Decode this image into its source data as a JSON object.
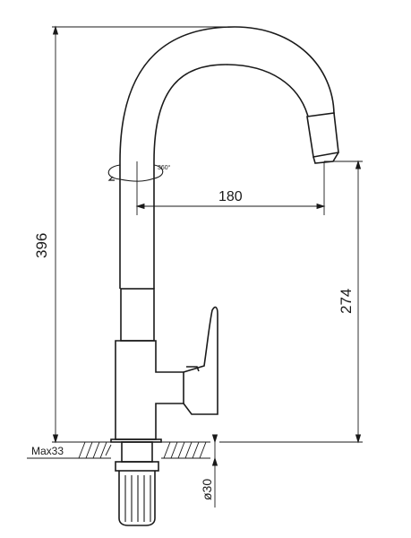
{
  "dimensions": {
    "total_height": "396",
    "spout_reach": "180",
    "spout_height": "274",
    "max_countertop": "Max33",
    "hole_diameter": "ø30",
    "rotation": "360°"
  },
  "colors": {
    "line": "#1a1a1a",
    "background": "#ffffff"
  }
}
